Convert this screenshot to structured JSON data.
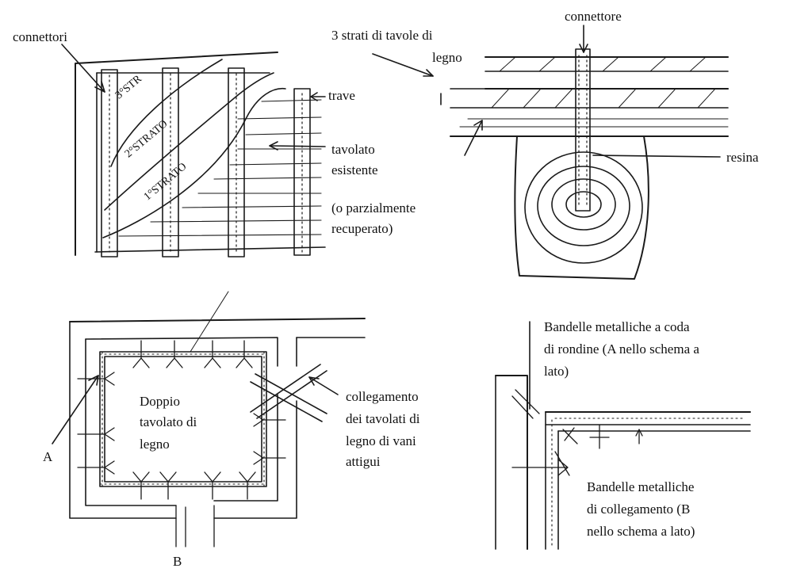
{
  "top_left": {
    "connettori": "connettori",
    "strato3": "3°STR",
    "strato2": "2°STRATO",
    "strato1": "1°STRATO",
    "trave": "trave",
    "tavolato_1": "tavolato",
    "tavolato_2": "esistente",
    "parz_1": "(o parzialmente",
    "parz_2": "recuperato)"
  },
  "top_right": {
    "connettore": "connettore",
    "strati_1": "3 strati di tavole di",
    "strati_2": "legno",
    "resina": "resina"
  },
  "bottom_left": {
    "doppio_1": "Doppio",
    "doppio_2": "tavolato di",
    "doppio_3": "legno",
    "coll_1": "collegamento",
    "coll_2": "dei tavolati di",
    "coll_3": "legno di vani",
    "coll_4": "attigui",
    "label_a": "A",
    "label_b": "B"
  },
  "bottom_right": {
    "band_a_1": "Bandelle metalliche a coda",
    "band_a_2": "di rondine (A nello schema a",
    "band_a_3": "lato)",
    "band_b_1": "Bandelle metalliche",
    "band_b_2": "di collegamento (B",
    "band_b_3": "nello schema a lato)"
  }
}
